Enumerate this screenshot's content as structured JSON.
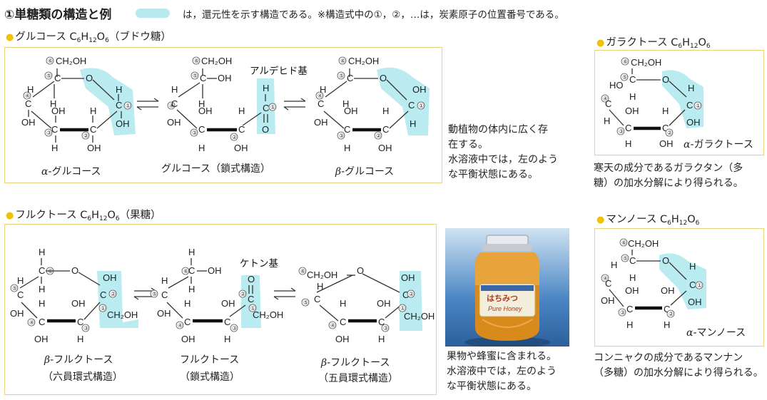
{
  "colors": {
    "highlight": "#b8e9ee",
    "box_border": "#e8d37a",
    "bullet": "#f2c200"
  },
  "header": {
    "title": "①単糖類の構造と例",
    "legend_text": "は，還元性を示す構造である。※構造式中の①，②，…は，炭素原子の位置番号である。"
  },
  "glucose": {
    "label": "グルコース",
    "formula": {
      "c": "C",
      "c_n": "6",
      "h": "H",
      "h_n": "12",
      "o": "O",
      "o_n": "6"
    },
    "aka": "（ブドウ糖）",
    "group_label": "アルデヒド基",
    "caption_alpha": {
      "greek": "α",
      "text": "-グルコース"
    },
    "caption_chain": "グルコース（鎖式構造）",
    "caption_beta": {
      "greek": "β",
      "text": "-グルコース"
    },
    "desc": [
      "動植物の体内に広く存",
      "在する。",
      "水溶液中では，左のよう",
      "な平衡状態にある。"
    ]
  },
  "fructose": {
    "label": "フルクトース",
    "formula": {
      "c": "C",
      "c_n": "6",
      "h": "H",
      "h_n": "12",
      "o": "O",
      "o_n": "6"
    },
    "aka": "（果糖）",
    "group_label": "ケトン基",
    "caption_six": {
      "greek": "β",
      "text": "-フルクトース"
    },
    "caption_six_sub": "（六員環式構造）",
    "caption_chain": "フルクトース",
    "caption_chain_sub": "（鎖式構造）",
    "caption_five": {
      "greek": "β",
      "text": "-フルクトース"
    },
    "caption_five_sub": "（五員環式構造）",
    "desc": [
      "果物や蜂蜜に含まれる。",
      "水溶液中では，左のよう",
      "な平衡状態にある。"
    ]
  },
  "galactose": {
    "label": "ガラクトース",
    "formula": {
      "c": "C",
      "c_n": "6",
      "h": "H",
      "h_n": "12",
      "o": "O",
      "o_n": "6"
    },
    "caption": {
      "greek": "α",
      "text": "-ガラクトース"
    },
    "desc": [
      "寒天の成分であるガラクタン（多",
      "糖）の加水分解により得られる。"
    ]
  },
  "mannose": {
    "label": "マンノース",
    "formula": {
      "c": "C",
      "c_n": "6",
      "h": "H",
      "h_n": "12",
      "o": "O",
      "o_n": "6"
    },
    "caption": {
      "greek": "α",
      "text": "-マンノース"
    },
    "desc": [
      "コンニャクの成分であるマンナン",
      "（多糖）の加水分解により得られる。"
    ]
  },
  "honey_photo": {
    "label_line1": "はちみつ",
    "label_line2": "Pure Honey"
  },
  "atoms": {
    "C": "C",
    "O": "O",
    "H": "H",
    "OH": "OH",
    "CH2OH": "CH₂OH"
  },
  "numbers": [
    "①",
    "②",
    "③",
    "④",
    "⑤",
    "⑥"
  ]
}
